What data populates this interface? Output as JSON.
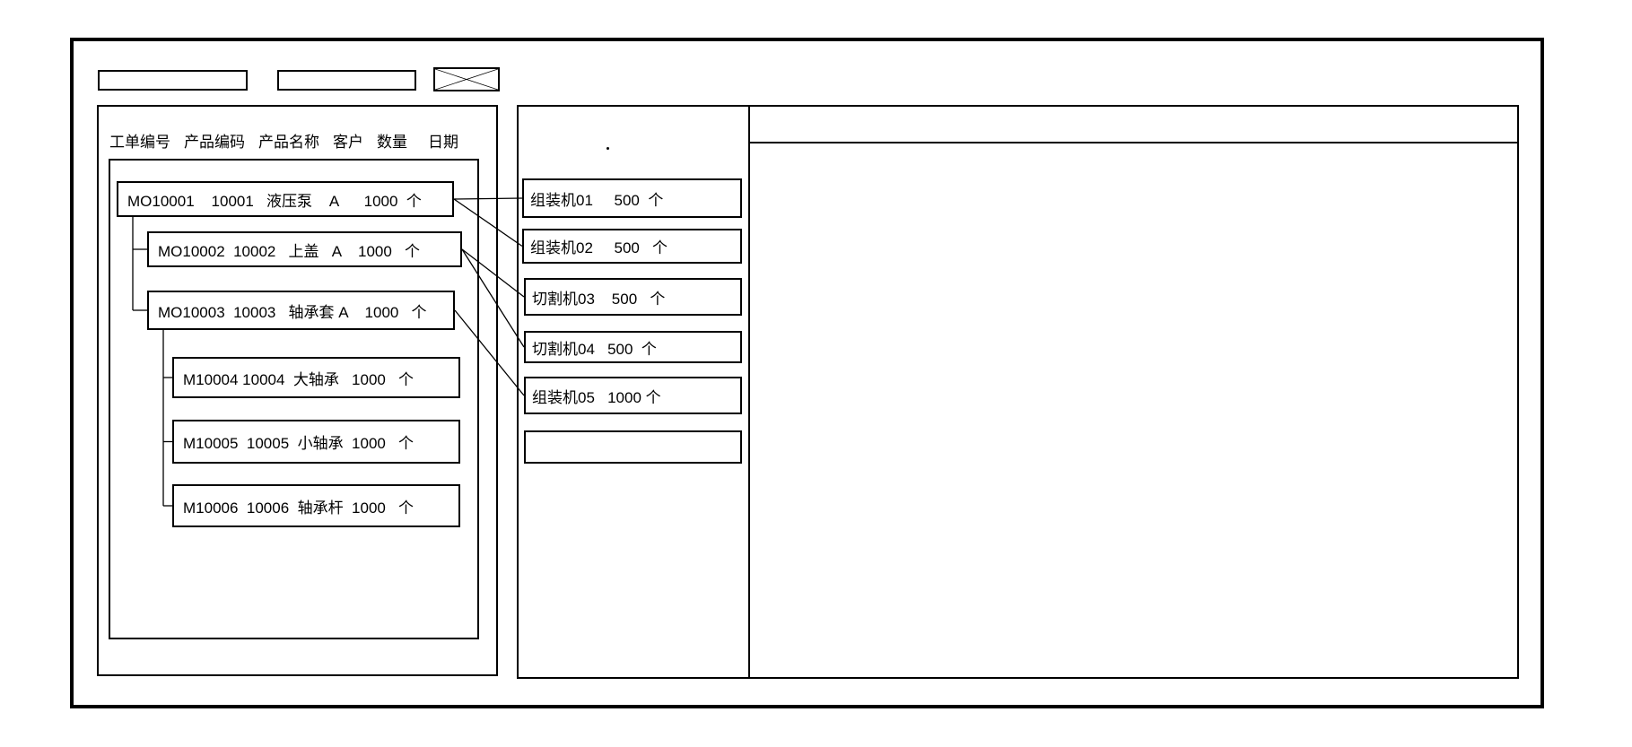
{
  "style": {
    "ink": "#000000",
    "background": "#ffffff"
  },
  "toolbar": {
    "field1_value": "",
    "field2_value": "",
    "close_icon": "x-cross"
  },
  "left_panel": {
    "headers": [
      "工单编号",
      "产品编码",
      "产品名称",
      "客户",
      "数量",
      "日期"
    ],
    "orders": [
      {
        "order_no": "MO10001",
        "product_code": "10001",
        "product_name": "液压泵",
        "customer": "A",
        "quantity": "1000",
        "unit": "个",
        "display": "MO10001    10001   液压泵    A      1000  个"
      },
      {
        "order_no": "MO10002",
        "product_code": "10002",
        "product_name": "上盖",
        "customer": "A",
        "quantity": "1000",
        "unit": "个",
        "display": "MO10002  10002   上盖   A    1000   个"
      },
      {
        "order_no": "MO10003",
        "product_code": "10003",
        "product_name": "轴承套",
        "customer": "A",
        "quantity": "1000",
        "unit": "个",
        "display": "MO10003  10003   轴承套 A    1000   个"
      },
      {
        "order_no": "M10004",
        "product_code": "10004",
        "product_name": "大轴承",
        "customer": "",
        "quantity": "1000",
        "unit": "个",
        "display": "M10004 10004  大轴承   1000   个"
      },
      {
        "order_no": "M10005",
        "product_code": "10005",
        "product_name": "小轴承",
        "customer": "",
        "quantity": "1000",
        "unit": "个",
        "display": "M10005  10005  小轴承  1000   个"
      },
      {
        "order_no": "M10006",
        "product_code": "10006",
        "product_name": "轴承杆",
        "customer": "",
        "quantity": "1000",
        "unit": "个",
        "display": "M10006  10006  轴承杆  1000   个"
      }
    ]
  },
  "machine_panel": {
    "stray_dot": ".",
    "machines": [
      {
        "name": "组装机01",
        "quantity": "500",
        "unit": "个",
        "display": "组装机01     500  个"
      },
      {
        "name": "组装机02",
        "quantity": "500",
        "unit": "个",
        "display": "组装机02     500   个"
      },
      {
        "name": "切割机03",
        "quantity": "500",
        "unit": "个",
        "display": "切割机03    500   个"
      },
      {
        "name": "切割机04",
        "quantity": "500",
        "unit": "个",
        "display": "切割机04   500  个"
      },
      {
        "name": "组装机05",
        "quantity": "1000",
        "unit": "个",
        "display": "组装机05   1000 个"
      },
      {
        "name": "",
        "quantity": "",
        "unit": "",
        "display": ""
      }
    ]
  },
  "right_panel": {
    "content": ""
  },
  "links": [
    {
      "from": 0,
      "to": 0
    },
    {
      "from": 0,
      "to": 1
    },
    {
      "from": 1,
      "to": 2
    },
    {
      "from": 1,
      "to": 3
    },
    {
      "from": 2,
      "to": 4
    }
  ],
  "tree": [
    {
      "parent": 0,
      "children": [
        1,
        2
      ]
    },
    {
      "parent": 2,
      "children": [
        3,
        4,
        5
      ]
    }
  ]
}
